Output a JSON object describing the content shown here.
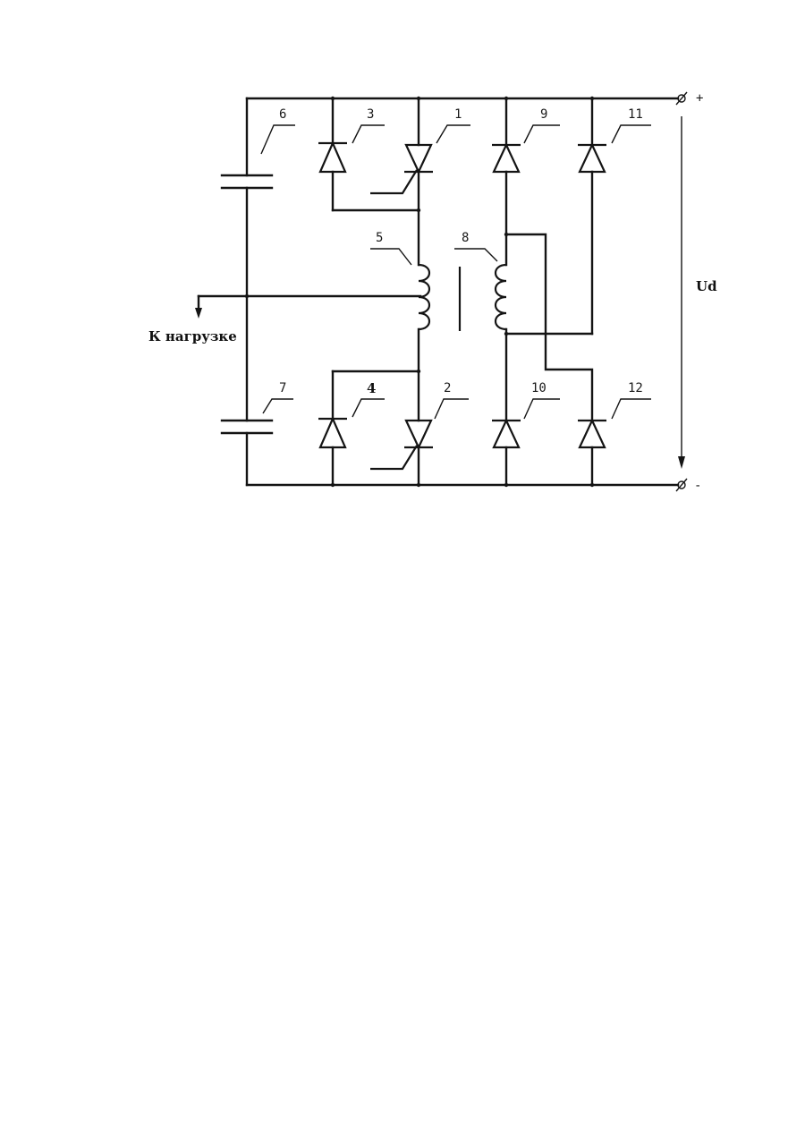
{
  "labels": {
    "n1": "1",
    "n2": "2",
    "n3": "3",
    "n4": "4",
    "n5": "5",
    "n6": "6",
    "n7": "7",
    "n8": "8",
    "n9": "9",
    "n10": "10",
    "n11": "11",
    "n12": "12"
  },
  "terminals": {
    "plus": "+",
    "minus": "-"
  },
  "voltage_label": "Ud",
  "load_label": "К нагрузке"
}
